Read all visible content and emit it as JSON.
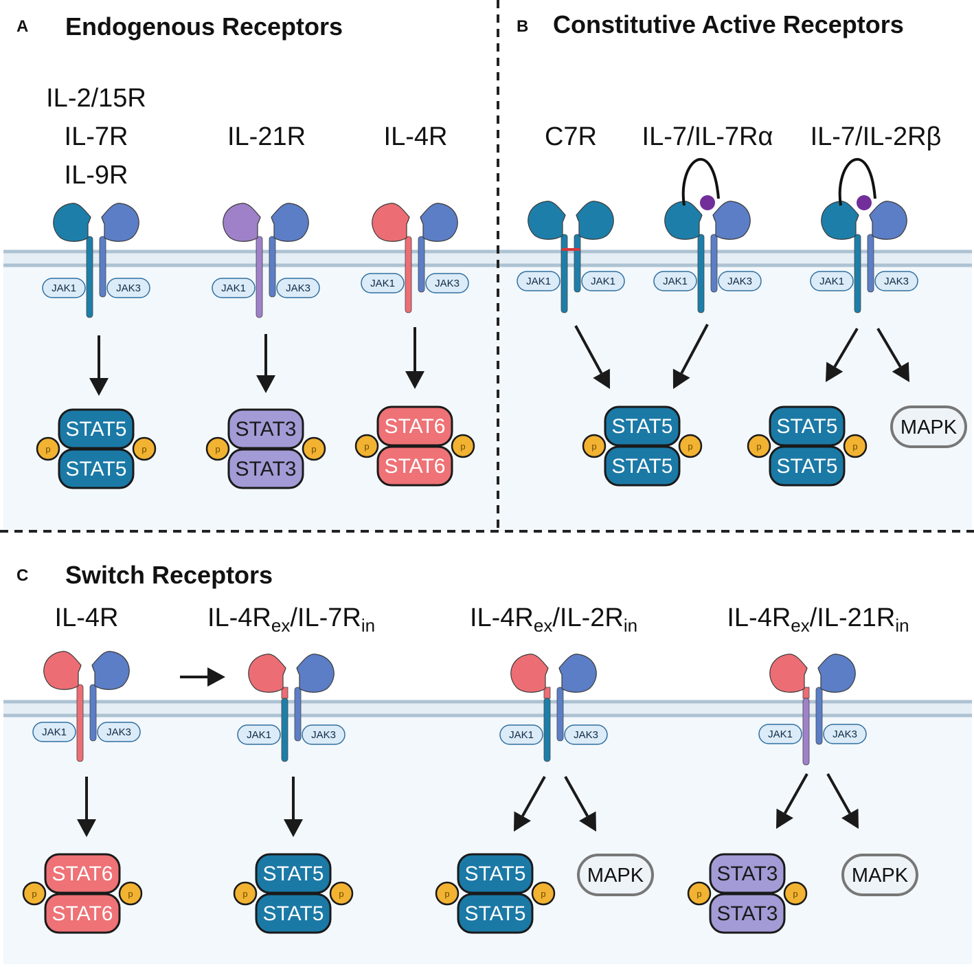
{
  "colors": {
    "teal": "#1d7fa9",
    "blue": "#5c7ec6",
    "purple": "#9f81c9",
    "pink": "#ec6e74",
    "stat5": "#1b79a6",
    "stat3": "#a39bd6",
    "stat6": "#ee7276",
    "phospho": "#f2b232",
    "ligand": "#722f99",
    "membrane": "#adc2d2",
    "cytoplasm": "#f3f8fc",
    "jak_fill": "#dcebf8",
    "jak_stroke": "#2f6f9f"
  },
  "panels": {
    "a": {
      "letter": "A",
      "title": "Endogenous Receptors",
      "receptors": [
        {
          "label_lines": [
            "IL-2/15R",
            "IL-7R",
            "IL-9R"
          ],
          "left_domain": "teal",
          "right_domain": "blue",
          "left_tail": "teal",
          "jaks": [
            "JAK1",
            "JAK3"
          ],
          "stat": "STAT5"
        },
        {
          "label_lines": [
            "IL-21R"
          ],
          "left_domain": "purple",
          "right_domain": "blue",
          "left_tail": "purple",
          "jaks": [
            "JAK1",
            "JAK3"
          ],
          "stat": "STAT3"
        },
        {
          "label_lines": [
            "IL-4R"
          ],
          "left_domain": "pink",
          "right_domain": "blue",
          "left_tail": "pink",
          "jaks": [
            "JAK1",
            "JAK3"
          ],
          "stat": "STAT6"
        }
      ]
    },
    "b": {
      "letter": "B",
      "title": "Constitutive Active Receptors",
      "receptors": [
        {
          "label": "C7R",
          "jaks": [
            "JAK1",
            "JAK1"
          ],
          "outputs": [
            "STAT5"
          ]
        },
        {
          "label": "IL-7/IL-7Rα",
          "jaks": [
            "JAK1",
            "JAK3"
          ],
          "outputs": [
            "STAT5"
          ]
        },
        {
          "label": "IL-7/IL-2Rβ",
          "jaks": [
            "JAK1",
            "JAK3"
          ],
          "outputs": [
            "STAT5",
            "MAPK"
          ]
        }
      ]
    },
    "c": {
      "letter": "C",
      "title": "Switch Receptors",
      "receptors": [
        {
          "label": "IL-4R",
          "jaks": [
            "JAK1",
            "JAK3"
          ],
          "outputs": [
            "STAT6"
          ]
        },
        {
          "label": "IL-4R",
          "label_sub1": "ex",
          "label_mid": "/IL-7R",
          "label_sub2": "in",
          "jaks": [
            "JAK1",
            "JAK3"
          ],
          "outputs": [
            "STAT5"
          ]
        },
        {
          "label": "IL-4R",
          "label_sub1": "ex",
          "label_mid": "/IL-2R",
          "label_sub2": "in",
          "jaks": [
            "JAK1",
            "JAK3"
          ],
          "outputs": [
            "STAT5",
            "MAPK"
          ]
        },
        {
          "label": "IL-4R",
          "label_sub1": "ex",
          "label_mid": "/IL-21R",
          "label_sub2": "in",
          "jaks": [
            "JAK1",
            "JAK3"
          ],
          "outputs": [
            "STAT3",
            "MAPK"
          ]
        }
      ]
    }
  },
  "phospho_label": "p"
}
